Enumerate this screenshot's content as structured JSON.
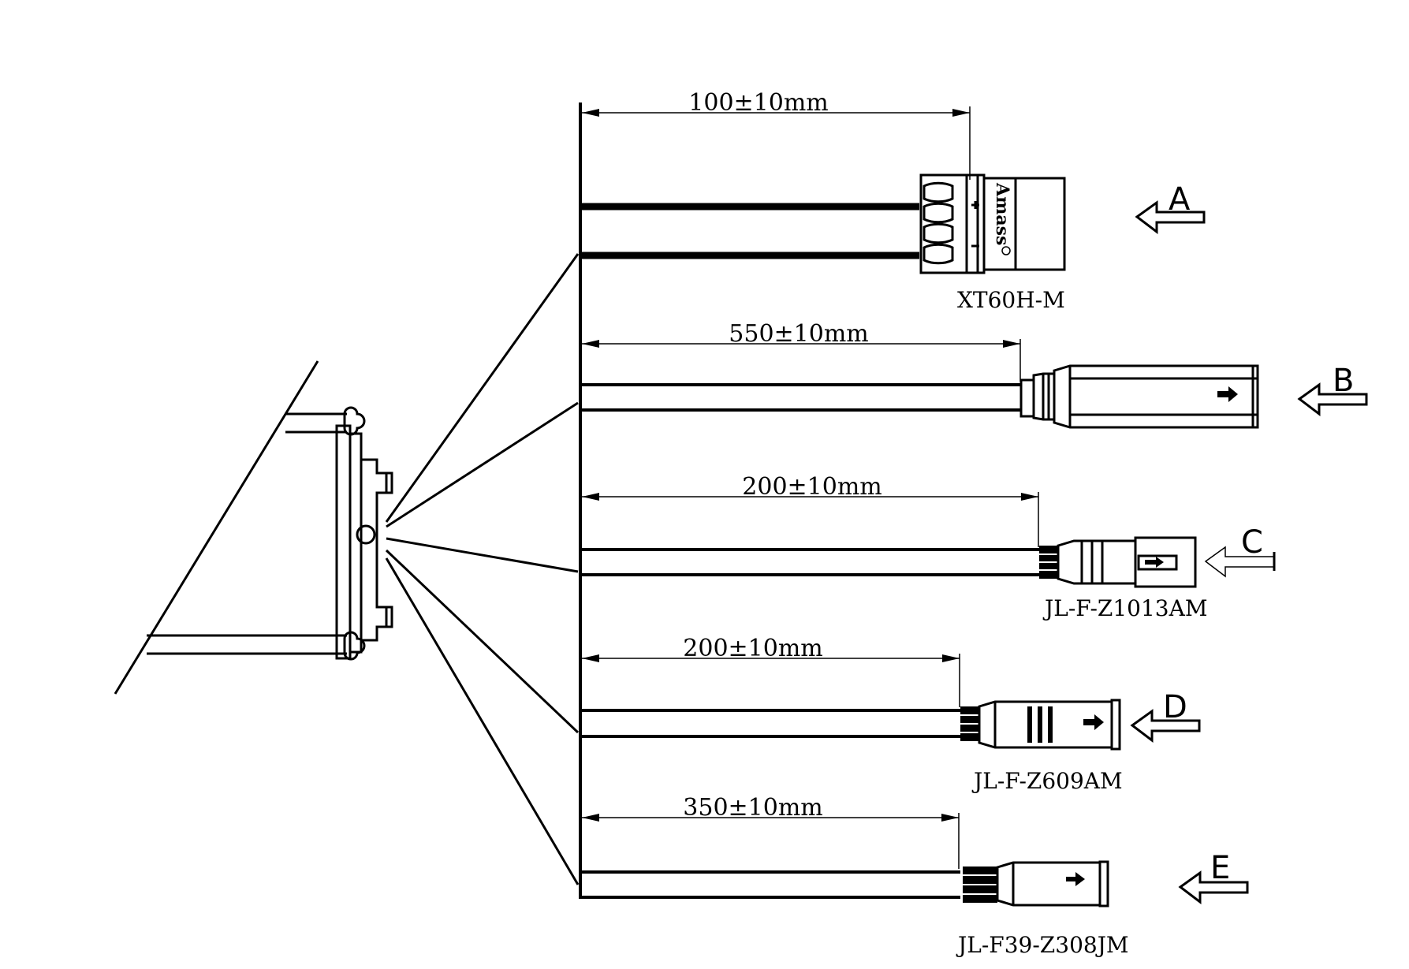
{
  "diagram": {
    "dimensions": {
      "a": "100±10mm",
      "b": "550±10mm",
      "c": "200±10mm",
      "d": "200±10mm",
      "e": "350±10mm"
    },
    "connectors": {
      "a": "XT60H-M",
      "c": "JL-F-Z1013AM",
      "d": "JL-F-Z609AM",
      "e": "JL-F39-Z308JM"
    },
    "letters": {
      "a": "A",
      "b": "B",
      "c": "C",
      "d": "D",
      "e": "E"
    },
    "brand": "Amass"
  }
}
